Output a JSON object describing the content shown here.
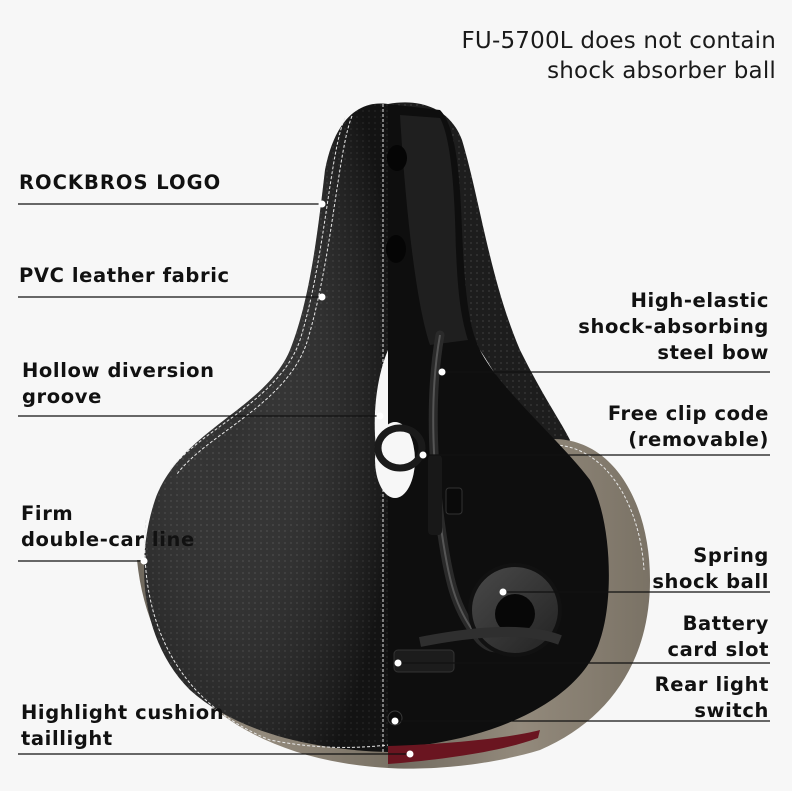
{
  "product_note": {
    "line1": "FU-5700L does not contain",
    "line2": "shock absorber ball"
  },
  "callouts_left": [
    {
      "lines": [
        "ROCKBROS LOGO"
      ]
    },
    {
      "lines": [
        "PVC leather fabric"
      ]
    },
    {
      "lines": [
        "Hollow diversion",
        "groove"
      ]
    },
    {
      "lines": [
        "Firm",
        "double-car line"
      ]
    },
    {
      "lines": [
        "Highlight cushion",
        "taillight"
      ]
    }
  ],
  "callouts_right": [
    {
      "lines": [
        "High-elastic",
        "shock-absorbing",
        "steel bow"
      ]
    },
    {
      "lines": [
        "Free clip code",
        "(removable)"
      ]
    },
    {
      "lines": [
        "Spring",
        "shock ball"
      ]
    },
    {
      "lines": [
        "Battery",
        "card slot"
      ]
    },
    {
      "lines": [
        "Rear light",
        "switch"
      ]
    }
  ],
  "colors": {
    "background": "#f7f7f7",
    "fabric": "#1c1c1c",
    "stitch": "#e8e8e8",
    "frame": "#0c0c0c",
    "side_leather": "#8a8275",
    "taillight": "#6a1520",
    "leader_line": "#111111",
    "marker_dot": "#ffffff"
  }
}
